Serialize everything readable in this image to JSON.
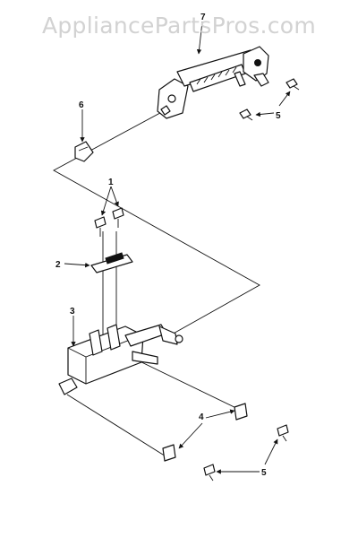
{
  "watermark": "AppliancePartsPros.com",
  "callouts": {
    "part_1": "1",
    "part_2": "2",
    "part_3": "3",
    "part_4": "4",
    "part_5_top": "5",
    "part_5_bottom": "5",
    "part_6": "6",
    "part_7": "7"
  },
  "colors": {
    "ink": "#111111",
    "watermark": "#d2d2d2",
    "background": "#ffffff"
  }
}
